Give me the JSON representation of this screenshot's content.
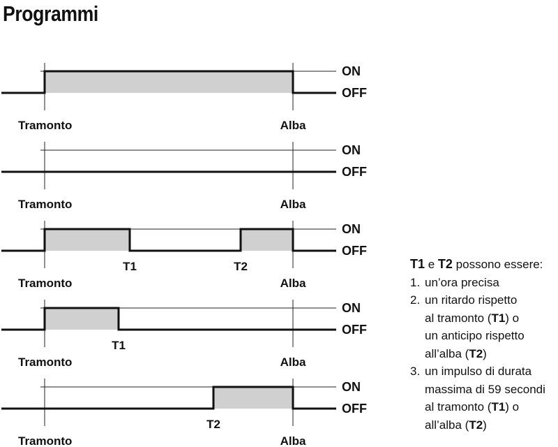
{
  "title": "Programmi",
  "state_labels": {
    "on": "ON",
    "off": "OFF"
  },
  "axis_labels": {
    "start": "Tramonto",
    "end": "Alba"
  },
  "colors": {
    "active_fill": "#d0d0d0",
    "line": "#111111",
    "thin_line": "#222222"
  },
  "programs": [
    {
      "id": "p1",
      "segments": [
        {
          "start": "Tramonto",
          "end": "Alba",
          "start_label": "",
          "end_label": ""
        }
      ]
    },
    {
      "id": "p2",
      "segments": []
    },
    {
      "id": "p3",
      "segments": [
        {
          "start": "Tramonto",
          "end": "T1",
          "start_label": "",
          "end_label": "T1"
        },
        {
          "start": "T2",
          "end": "Alba",
          "start_label": "T2",
          "end_label": ""
        }
      ]
    },
    {
      "id": "p4",
      "segments": [
        {
          "start": "Tramonto",
          "end": "T1",
          "start_label": "",
          "end_label": "T1"
        }
      ]
    },
    {
      "id": "p5",
      "segments": [
        {
          "start": "T2",
          "end": "Alba",
          "start_label": "T2",
          "end_label": ""
        }
      ]
    }
  ],
  "notes": {
    "heading": {
      "t1": "T1",
      "conj": " e ",
      "t2": "T2",
      "rest": " possono essere:"
    },
    "items": [
      {
        "num": "1.",
        "lines": [
          [
            {
              "t": "un’ora precisa"
            }
          ]
        ]
      },
      {
        "num": "2.",
        "lines": [
          [
            {
              "t": "un ritardo rispetto"
            }
          ],
          [
            {
              "t": "al tramonto ("
            },
            {
              "t": "T1",
              "b": true
            },
            {
              "t": ") o"
            }
          ],
          [
            {
              "t": "un anticipo rispetto"
            }
          ],
          [
            {
              "t": "all’alba ("
            },
            {
              "t": "T2",
              "b": true
            },
            {
              "t": ")"
            }
          ]
        ]
      },
      {
        "num": "3.",
        "lines": [
          [
            {
              "t": "un impulso di durata"
            }
          ],
          [
            {
              "t": "massima di 59 secondi"
            }
          ],
          [
            {
              "t": "al tramonto ("
            },
            {
              "t": "T1",
              "b": true
            },
            {
              "t": ") o"
            }
          ],
          [
            {
              "t": "all’alba ("
            },
            {
              "t": "T2",
              "b": true
            },
            {
              "t": ")"
            }
          ]
        ]
      }
    ]
  }
}
